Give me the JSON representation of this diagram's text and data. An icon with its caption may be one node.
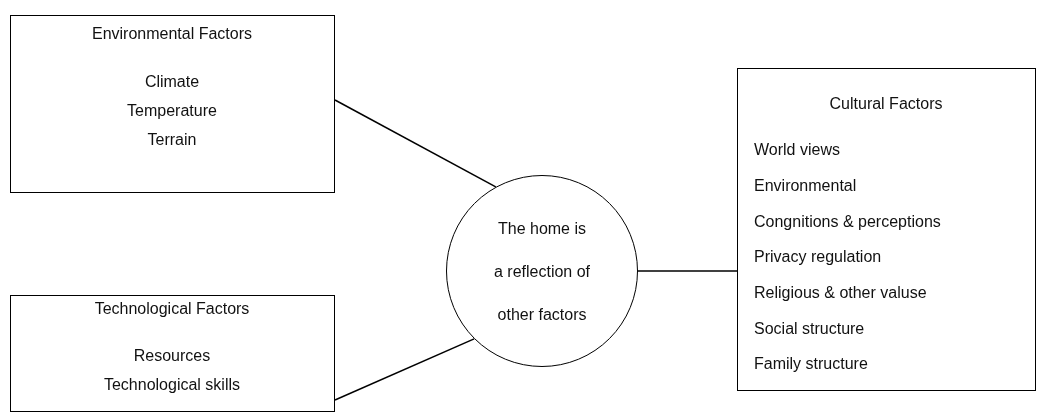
{
  "diagram": {
    "nodes": [
      {
        "text": [
          "Environmental Factors",
          "Climate",
          "Temperature",
          "Terrain"
        ]
      },
      {
        "text": [
          "Technological Factors",
          "Resources",
          "Technological skills"
        ]
      },
      {
        "text": [
          "The home is a reflection of other factors"
        ]
      },
      {
        "text": [
          "Cultural Factors",
          "World views",
          "Environmental",
          "Congnitions & perceptions",
          "Privacy regulation",
          "Religious & other valuse",
          "Social structure",
          "Family structure"
        ]
      }
    ],
    "edges": [
      {
        "from": 0,
        "to": 2,
        "arrow": "none"
      },
      {
        "from": 1,
        "to": 2,
        "arrow": "none"
      },
      {
        "from": 2,
        "to": 3,
        "arrow": "none"
      }
    ]
  }
}
